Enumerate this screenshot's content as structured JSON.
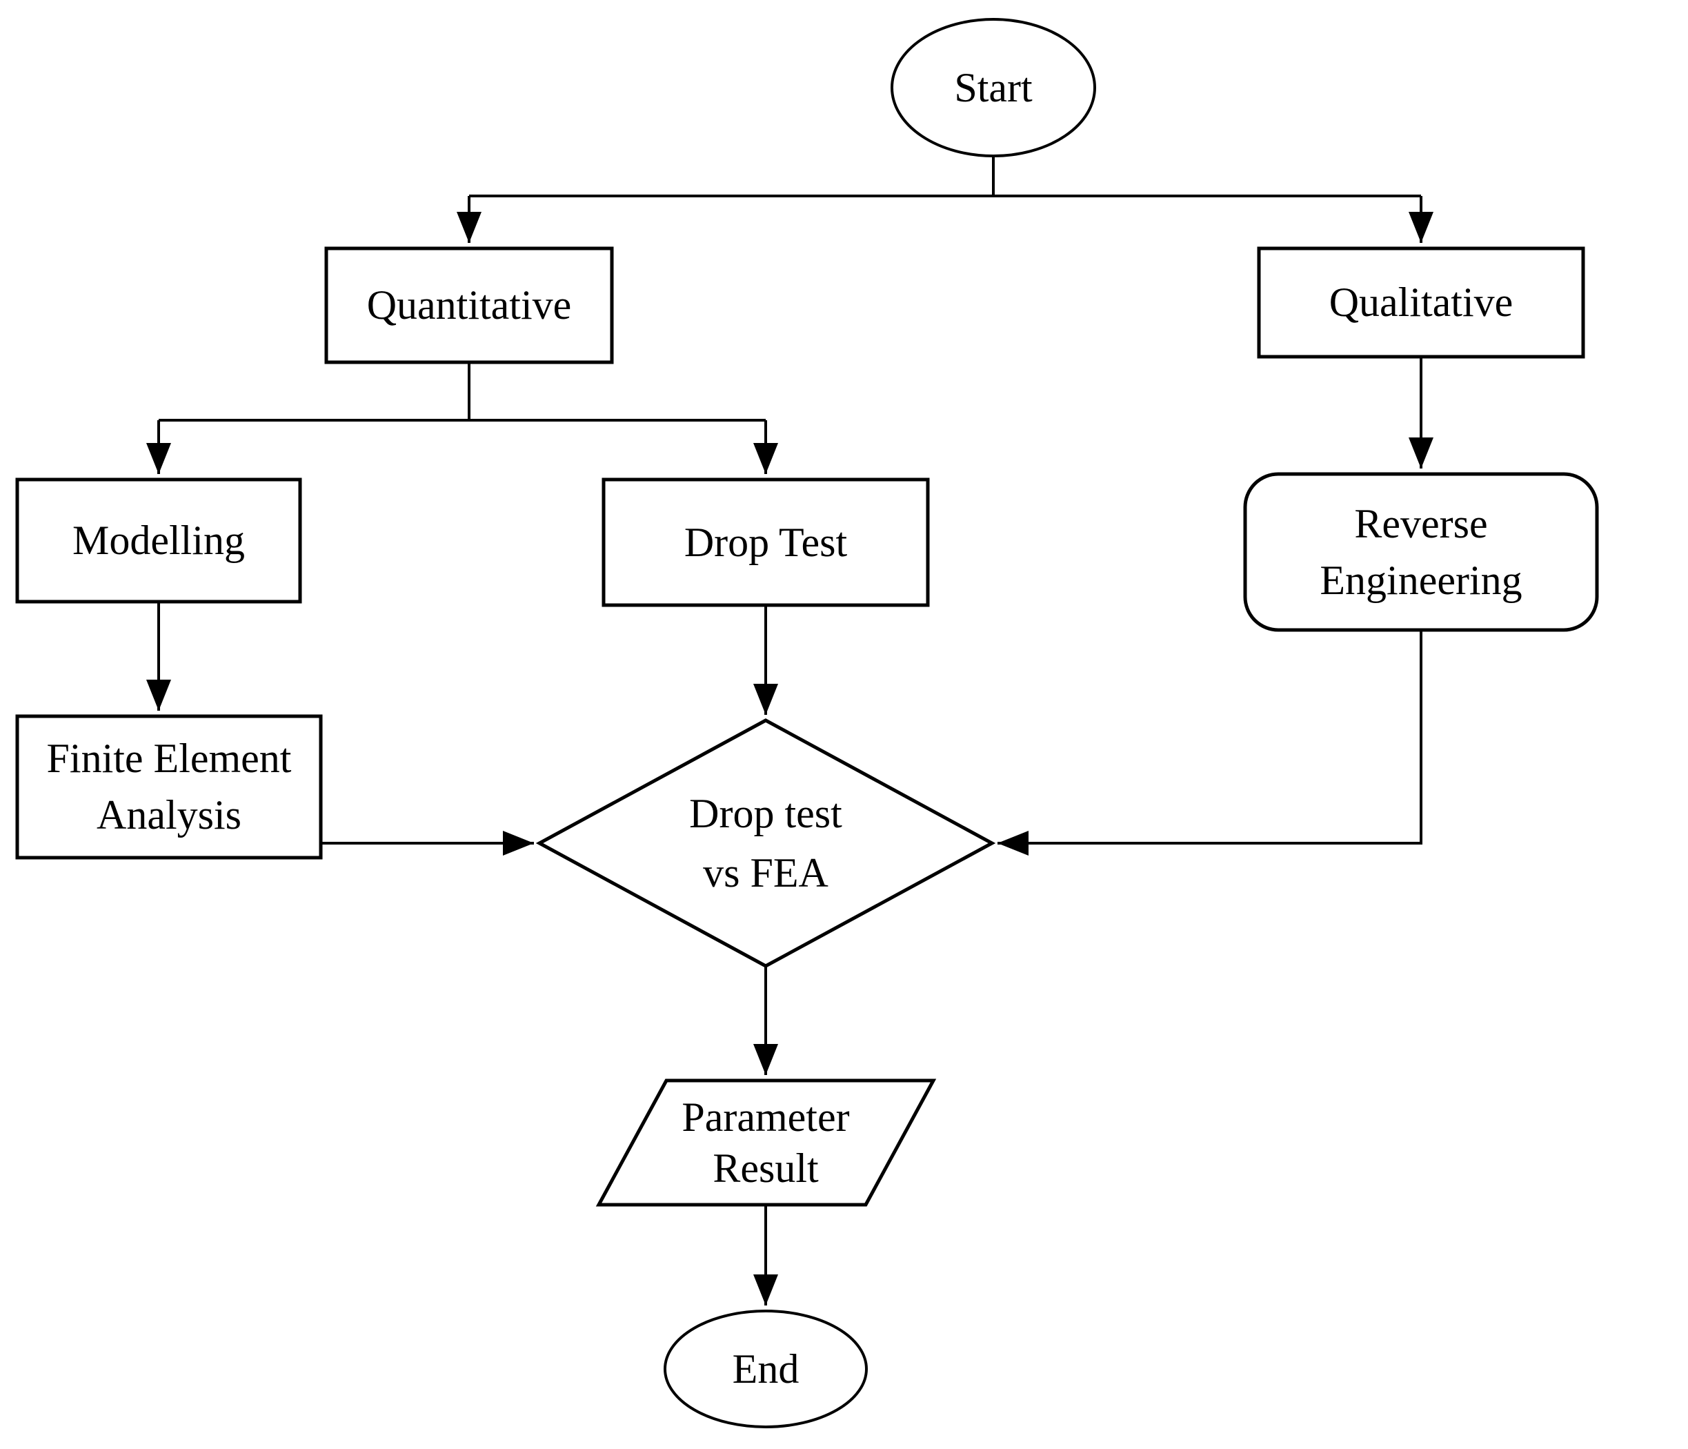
{
  "diagram": {
    "type": "flowchart",
    "background_color": "#ffffff",
    "stroke_color": "#000000",
    "text_color": "#000000",
    "nodes": {
      "start": {
        "label": "Start",
        "shape": "terminator-ellipse"
      },
      "quantitative": {
        "label": "Quantitative",
        "shape": "rectangle"
      },
      "qualitative": {
        "label": "Qualitative",
        "shape": "rectangle"
      },
      "modelling": {
        "label": "Modelling",
        "shape": "rectangle"
      },
      "drop_test": {
        "label": "Drop Test",
        "shape": "rectangle"
      },
      "reverse_engineering": {
        "label_line1": "Reverse",
        "label_line2": "Engineering",
        "shape": "rounded-rectangle"
      },
      "finite_element_analysis": {
        "label_line1": "Finite Element",
        "label_line2": "Analysis",
        "shape": "rectangle"
      },
      "decision": {
        "label_line1": "Drop test",
        "label_line2": "vs FEA",
        "shape": "diamond"
      },
      "parameter_result": {
        "label_line1": "Parameter",
        "label_line2": "Result",
        "shape": "parallelogram"
      },
      "end": {
        "label": "End",
        "shape": "terminator-ellipse"
      }
    },
    "edges": [
      {
        "from": "start",
        "to": "quantitative"
      },
      {
        "from": "start",
        "to": "qualitative"
      },
      {
        "from": "quantitative",
        "to": "modelling"
      },
      {
        "from": "quantitative",
        "to": "drop_test"
      },
      {
        "from": "qualitative",
        "to": "reverse_engineering"
      },
      {
        "from": "modelling",
        "to": "finite_element_analysis"
      },
      {
        "from": "drop_test",
        "to": "decision"
      },
      {
        "from": "finite_element_analysis",
        "to": "decision"
      },
      {
        "from": "reverse_engineering",
        "to": "decision"
      },
      {
        "from": "decision",
        "to": "parameter_result"
      },
      {
        "from": "parameter_result",
        "to": "end"
      }
    ]
  }
}
